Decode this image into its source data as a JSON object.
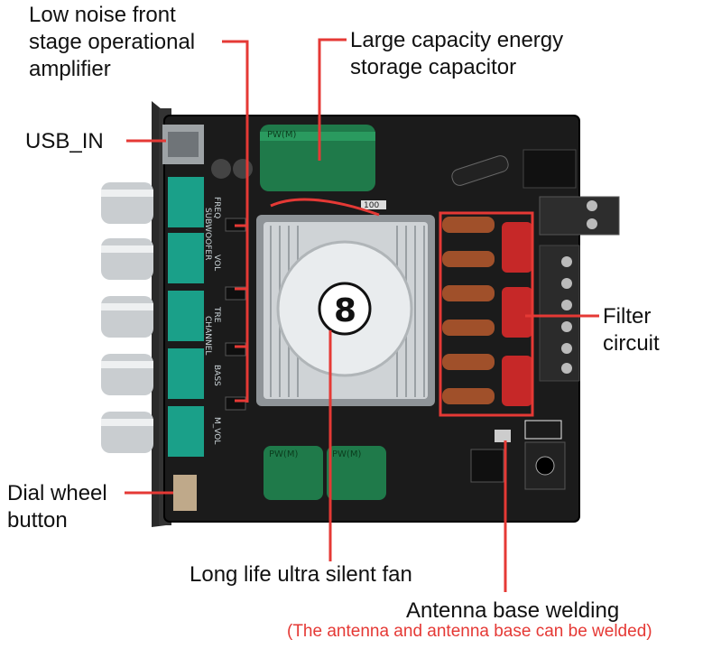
{
  "labels": {
    "opamp": [
      "Low noise front",
      "stage operational",
      "amplifier"
    ],
    "capacitor": [
      "Large capacity energy",
      "storage capacitor"
    ],
    "usb": "USB_IN",
    "filter": [
      "Filter",
      "circuit"
    ],
    "dial": [
      "Dial wheel",
      "button"
    ],
    "fan": "Long life ultra silent fan",
    "antenna": "Antenna base welding",
    "antenna_note": "(The antenna and antenna base can be welded)"
  },
  "board_marks": {
    "cap_top": "PW(M)",
    "cap_bottom_left": "PW(M)",
    "cap_bottom_right": "PW(M)",
    "silk_1": "FREQ",
    "silk_2": "SUBWOOFER",
    "silk_3": "VOL",
    "silk_4": "TRE",
    "silk_5": "CHANNEL",
    "silk_6": "BASS",
    "silk_7": "M_VOL",
    "resistor": "100"
  },
  "colors": {
    "leader_line": "#e53935",
    "board": "#1b1b1b",
    "capacitor": "#1f7a4a",
    "potentiometer": "#1aa089",
    "filter_cap": "#c62828",
    "inductor": "#a0502a",
    "heatsink": "#cfd3d6"
  }
}
